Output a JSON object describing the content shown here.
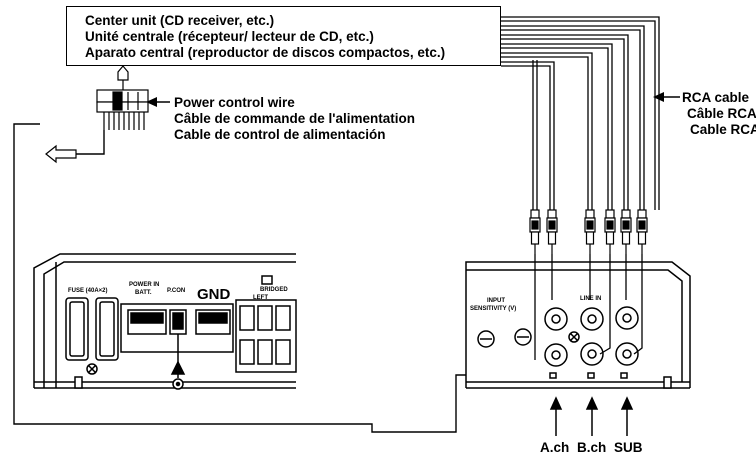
{
  "center_unit": {
    "lines": [
      "Center unit (CD receiver, etc.)",
      "Unité centrale (récepteur/ lecteur de CD, etc.)",
      "Aparato central (reproductor de discos compactos, etc.)"
    ]
  },
  "power_control": {
    "lines": [
      "Power control wire",
      "Câble de commande de l'alimentation",
      "Cable de control de alimentación"
    ]
  },
  "rca": {
    "lines": [
      "RCA cable",
      "Câble RCA",
      "Cable RCA"
    ]
  },
  "channels": [
    "A.ch",
    "B.ch",
    "SUB"
  ],
  "amp_left_labels": {
    "fuse": "FUSE (40A×2)",
    "power_in": "POWER IN",
    "batt": "BATT.",
    "pcon": "P.CON",
    "gnd": "GND",
    "bridged": "BRIDGED",
    "left": "LEFT"
  },
  "amp_right_labels": {
    "input": "INPUT",
    "sensitivity": "SENSITIVITY (V)",
    "line_in": "LINE IN"
  }
}
